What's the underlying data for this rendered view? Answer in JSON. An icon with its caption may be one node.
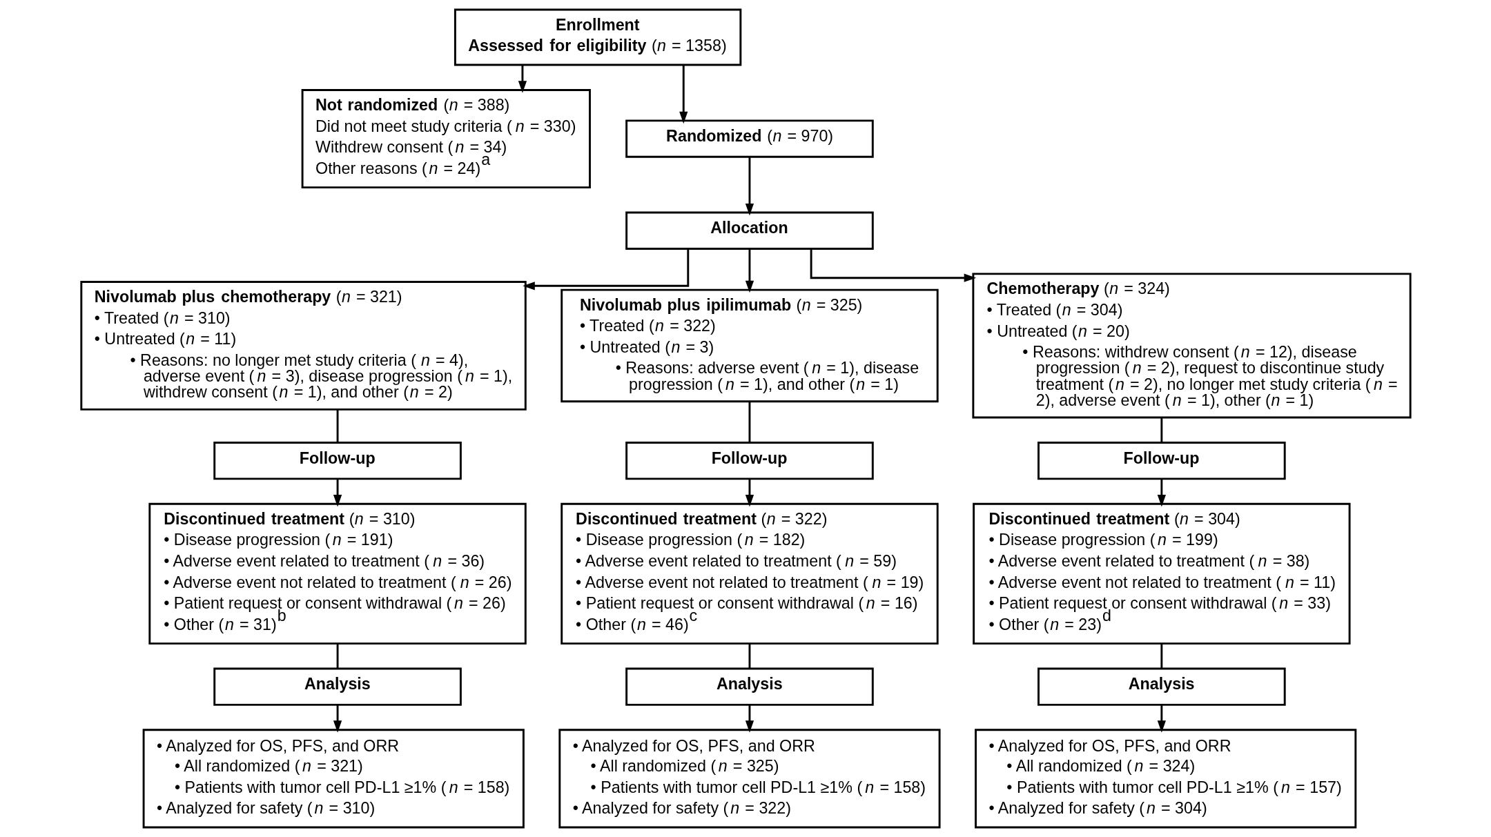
{
  "diagram": {
    "nodes": [
      {
        "text": [
          "Enrollment",
          "**Assessed for eligibility** (*n* = 1358)"
        ]
      },
      {
        "text": [
          "**Not randomized** (*n* = 388)",
          "Did not meet study criteria (*n* = 330)",
          "Withdrew consent (*n* = 34)",
          "Other reasons (*n* = 24)$^{a}$"
        ]
      },
      {
        "text": [
          "**Randomized** (*n* = 970)"
        ]
      },
      {
        "text": [
          "Allocation"
        ]
      },
      {
        "text": [
          "**Nivolumab plus chemotherapy** (*n* = 321)",
          "• Treated (*n* = 310)",
          "• Untreated (*n* = 11)",
          "• Reasons: no longer met study criteria (*n* = 4), adverse event (*n* = 3), disease progression (*n* = 1), withdrew consent (*n* = 1), and other (*n* = 2)"
        ]
      },
      {
        "text": [
          "**Nivolumab plus ipilimumab** (*n* = 325)",
          "• Treated (*n* = 322)",
          "• Untreated (*n* = 3)",
          "• Reasons: adverse event (*n* = 1), disease progression (*n* = 1), and other (*n* = 1)"
        ]
      },
      {
        "text": [
          "**Chemotherapy** (*n* = 324)",
          "• Treated (*n* = 304)",
          "• Untreated (*n* = 20)",
          "• Reasons: withdrew consent (*n* = 12), disease progression (*n* = 2), request to discontinue study treatment (*n* = 2), no longer met study criteria (*n* = 2), adverse event (*n* = 1), other (*n* = 1)"
        ]
      },
      {
        "text": [
          "Follow-up"
        ]
      },
      {
        "text": [
          "Follow-up"
        ]
      },
      {
        "text": [
          "Follow-up"
        ]
      },
      {
        "text": [
          "**Discontinued treatment** (*n* = 310)",
          "• Disease progression (*n* = 191)",
          "• Adverse event related to treatment (*n* = 36)",
          "• Adverse event not related to treatment (*n* = 26)",
          "• Patient request or consent withdrawal (*n* = 26)",
          "• Other (*n* = 31)$^{b}$"
        ]
      },
      {
        "text": [
          "**Discontinued treatment** (*n* = 322)",
          "• Disease progression (*n* = 182)",
          "• Adverse event related to treatment (*n* = 59)",
          "• Adverse event not related to treatment (*n* = 19)",
          "• Patient request or consent withdrawal (*n* = 16)",
          "• Other (*n* = 46)$^{c}$"
        ]
      },
      {
        "text": [
          "**Discontinued treatment** (*n* = 304)",
          "• Disease progression (*n* = 199)",
          "• Adverse event related to treatment (*n* = 38)",
          "• Adverse event not related to treatment (*n* = 11)",
          "• Patient request or consent withdrawal (*n* = 33)",
          "• Other (*n* = 23)$^{d}$"
        ]
      },
      {
        "text": [
          "Analysis"
        ]
      },
      {
        "text": [
          "Analysis"
        ]
      },
      {
        "text": [
          "Analysis"
        ]
      },
      {
        "text": [
          "• Analyzed for OS, PFS, and ORR",
          "• All randomized (*n* = 321)",
          "• Patients with tumor cell PD-L1 ≥1% (*n* = 158)",
          "• Analyzed for safety (*n* = 310)"
        ]
      },
      {
        "text": [
          "• Analyzed for OS, PFS, and ORR",
          "• All randomized (*n* = 325)",
          "• Patients with tumor cell PD-L1 ≥1% (*n* = 158)",
          "• Analyzed for safety (*n* = 322)"
        ]
      },
      {
        "text": [
          "• Analyzed for OS, PFS, and ORR",
          "• All randomized (*n* = 324)",
          "• Patients with tumor cell PD-L1 ≥1% (*n* = 157)",
          "• Analyzed for safety (*n* = 304)"
        ]
      }
    ],
    "edges": [
      {
        "from": 0,
        "to": 2,
        "arrow": "to"
      },
      {
        "from": 0,
        "to": 1,
        "arrow": "to"
      },
      {
        "from": 2,
        "to": 3,
        "arrow": "to"
      },
      {
        "from": 3,
        "to": 4,
        "arrow": "to"
      },
      {
        "from": 3,
        "to": 5,
        "arrow": "to"
      },
      {
        "from": 3,
        "to": 6,
        "arrow": "to"
      },
      {
        "from": 4,
        "to": 7,
        "arrow": "none"
      },
      {
        "from": 5,
        "to": 8,
        "arrow": "none"
      },
      {
        "from": 6,
        "to": 9,
        "arrow": "none"
      },
      {
        "from": 7,
        "to": 10,
        "arrow": "to"
      },
      {
        "from": 8,
        "to": 11,
        "arrow": "to"
      },
      {
        "from": 9,
        "to": 12,
        "arrow": "to"
      },
      {
        "from": 10,
        "to": 13,
        "arrow": "none"
      },
      {
        "from": 11,
        "to": 14,
        "arrow": "none"
      },
      {
        "from": 12,
        "to": 15,
        "arrow": "none"
      },
      {
        "from": 13,
        "to": 16,
        "arrow": "to"
      },
      {
        "from": 14,
        "to": 17,
        "arrow": "to"
      },
      {
        "from": 15,
        "to": 18,
        "arrow": "to"
      }
    ]
  }
}
